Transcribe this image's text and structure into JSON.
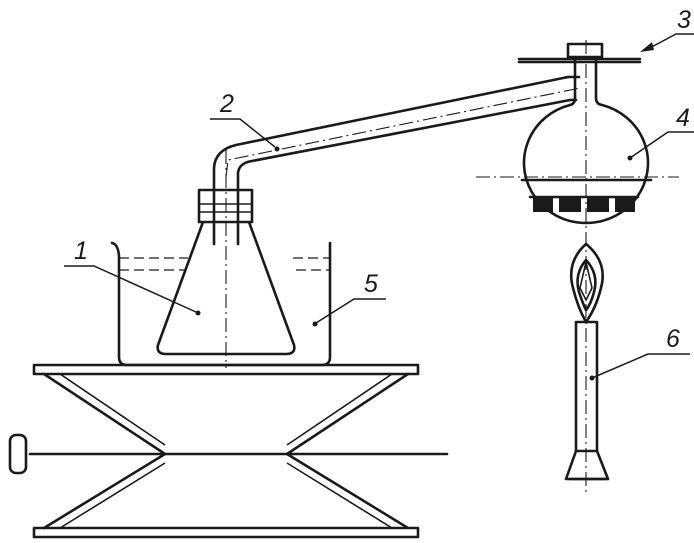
{
  "labels": {
    "flask": "1",
    "tube": "2",
    "clamp": "3",
    "receiver": "4",
    "bath": "5",
    "burner": "6"
  }
}
